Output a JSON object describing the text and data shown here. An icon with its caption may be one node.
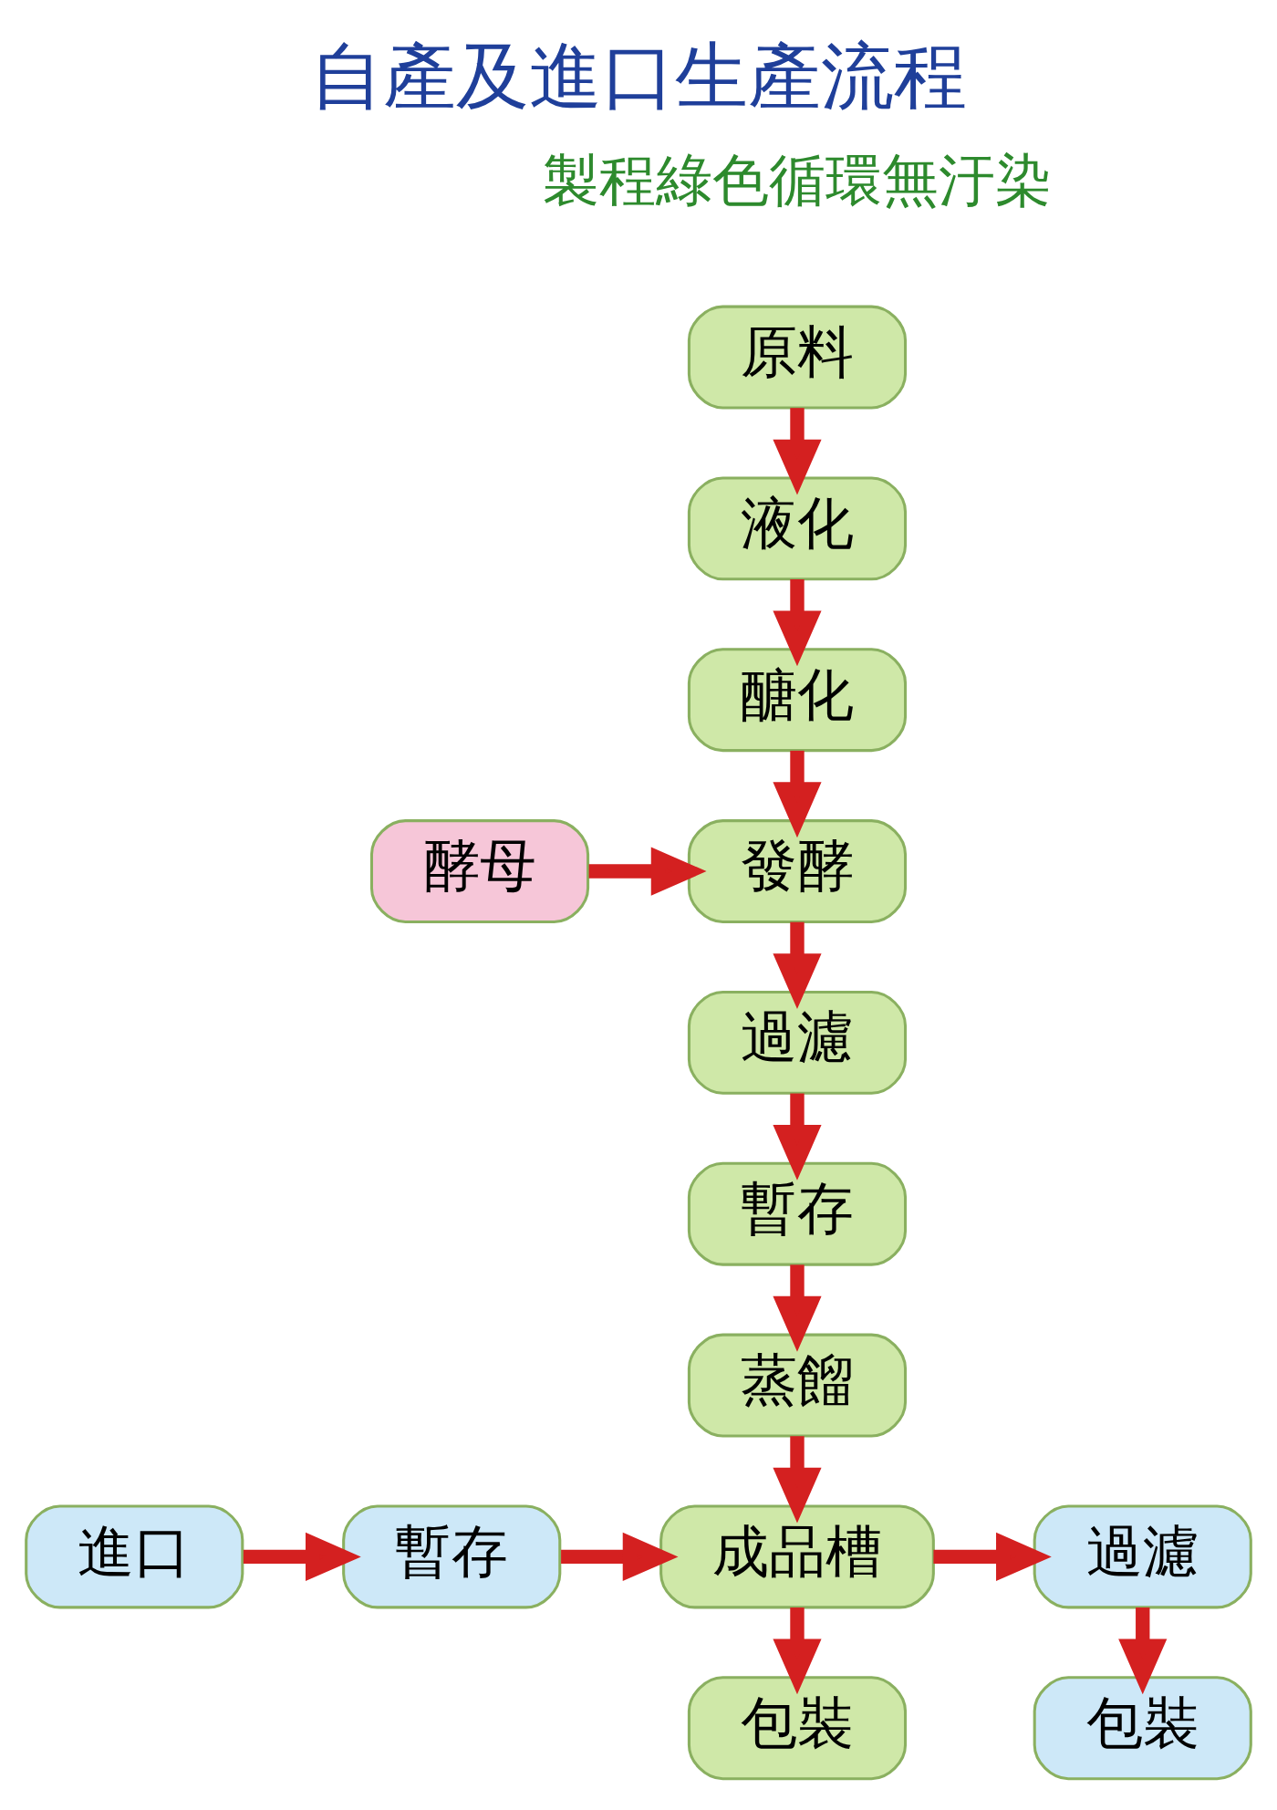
{
  "diagram": {
    "title": "自產及進口生產流程",
    "nodes": [
      {
        "text": [
          "原料"
        ]
      },
      {
        "text": [
          "液化"
        ]
      },
      {
        "text": [
          "醣化"
        ]
      },
      {
        "text": [
          "酵母"
        ]
      },
      {
        "text": [
          "發酵"
        ]
      },
      {
        "text": [
          "過濾"
        ]
      },
      {
        "text": [
          "暫存"
        ]
      },
      {
        "text": [
          "蒸餾"
        ]
      },
      {
        "text": [
          "進口"
        ]
      },
      {
        "text": [
          "暫存"
        ]
      },
      {
        "text": [
          "成品槽"
        ]
      },
      {
        "text": [
          "過濾"
        ]
      },
      {
        "text": [
          "包裝"
        ]
      },
      {
        "text": [
          "包裝"
        ]
      }
    ],
    "edges": [
      {
        "from": 0,
        "to": 1,
        "arrow": "to"
      },
      {
        "from": 1,
        "to": 2,
        "arrow": "to"
      },
      {
        "from": 2,
        "to": 4,
        "arrow": "to"
      },
      {
        "from": 3,
        "to": 4,
        "arrow": "to"
      },
      {
        "from": 4,
        "to": 5,
        "arrow": "to"
      },
      {
        "from": 5,
        "to": 6,
        "arrow": "to"
      },
      {
        "from": 6,
        "to": 7,
        "arrow": "to"
      },
      {
        "from": 7,
        "to": 10,
        "arrow": "to"
      },
      {
        "from": 8,
        "to": 9,
        "arrow": "to"
      },
      {
        "from": 9,
        "to": 10,
        "arrow": "to"
      },
      {
        "from": 10,
        "to": 11,
        "arrow": "to"
      },
      {
        "from": 10,
        "to": 12,
        "arrow": "to"
      },
      {
        "from": 11,
        "to": 13,
        "arrow": "to"
      }
    ],
    "labels": [
      "製程綠色循環無汙染"
    ]
  }
}
